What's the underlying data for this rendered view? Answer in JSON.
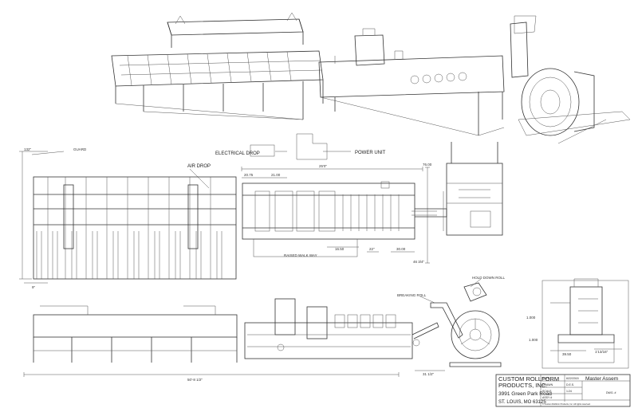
{
  "drawing_labels": {
    "electrical_drop": "ELECTRICAL DROP",
    "power_unit": "POWER UNIT",
    "guard": "GUARD",
    "air_drop": "AIR DROP",
    "breaking_roll": "BREAKING ROLL",
    "hold_down_roll": "HOLD DOWN ROLL",
    "raised_walk_way": "RAISED WALK WAY"
  },
  "dimensions": {
    "d_132": "132\"",
    "d_9": "9\"",
    "d_25": "25'0\"",
    "d_20_75": "20.75",
    "d_21": "21.00",
    "d_16_50": "16.50",
    "d_22": "22\"",
    "d_30": "30.00",
    "d_76": "76.00",
    "d_46_3_4": "46 3/4\"",
    "d_50_8": "50'-8 1/2\"",
    "d_31": "31 1/2\"",
    "d_1000_a": "1.000",
    "d_1000_b": "1.000",
    "d_39_50": "39.50",
    "d_1_13": "1'13/16\""
  },
  "title_block": {
    "company_line1": "CUSTOM ROLLFORM",
    "company_line2": "PRODUCTS, INC.",
    "address1": "3991 Green Park Road",
    "address2": "ST. LOUIS, MO 63125",
    "date_label": "DATE",
    "date_value": "6/22/2015",
    "drawn_label": "DRAWN",
    "drawn_value": "D.E.S.",
    "scale_label": "SCALE",
    "scale_value": "1:24",
    "assy_label": "ASSY #",
    "title": "Master Assem",
    "dwg_label": "DWG. #",
    "copyright": "© Custom Rollform Products, Inc. All rights reserved."
  }
}
